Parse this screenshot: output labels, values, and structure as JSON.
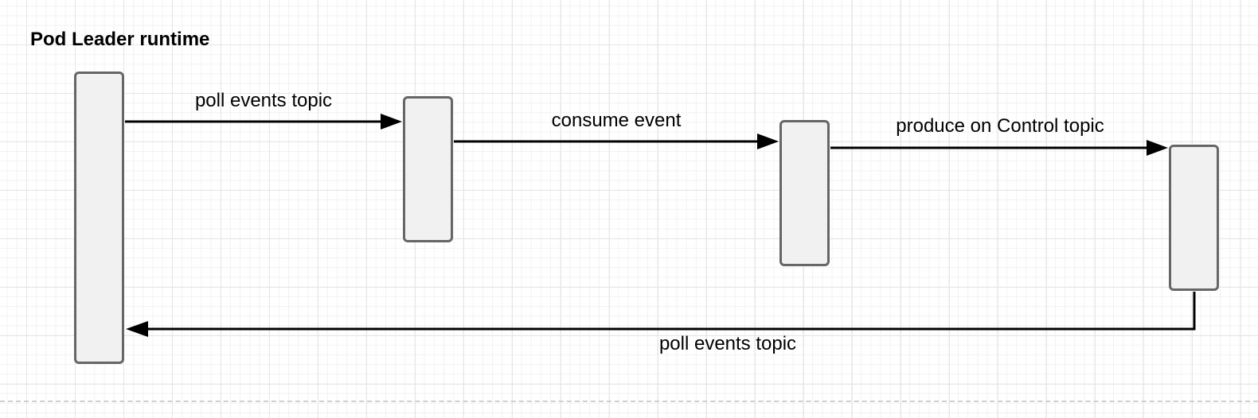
{
  "diagram": {
    "title": "Pod Leader runtime",
    "messages": [
      {
        "label": "poll events topic"
      },
      {
        "label": "consume event"
      },
      {
        "label": "produce on Control topic"
      },
      {
        "label": "poll events topic"
      }
    ],
    "colors": {
      "line": "#000000",
      "activation_fill": "#f1f1f1",
      "activation_border": "#666666",
      "grid": "#e6e6e6"
    }
  }
}
